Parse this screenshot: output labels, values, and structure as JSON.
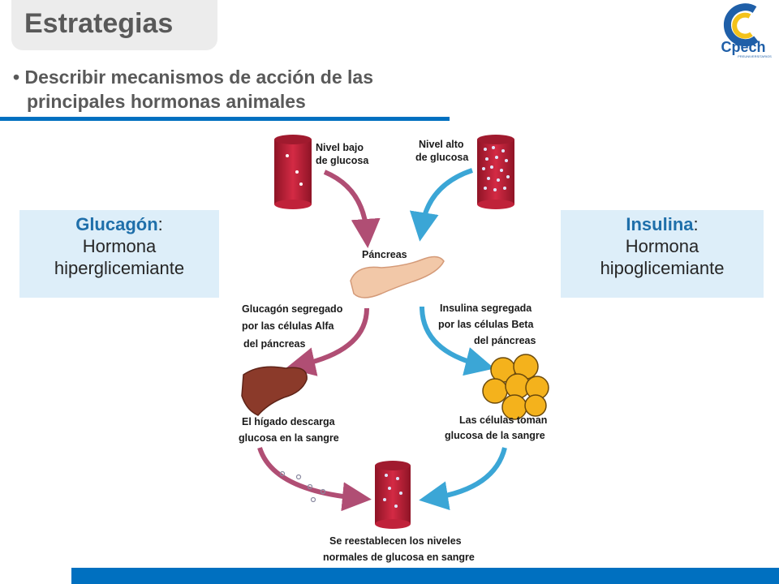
{
  "header": {
    "title": "Estrategias"
  },
  "logo": {
    "text": "Cpech",
    "subtext": "PREUNIVERSITARIOS"
  },
  "objective": {
    "line1": "Describir mecanismos de acción de las",
    "line2": "principales hormonas animales"
  },
  "left_box": {
    "name": "Glucagón",
    "line2": "Hormona",
    "line3": "hiperglicemiante"
  },
  "right_box": {
    "name": "Insulina",
    "line2": "Hormona",
    "line3": "hipoglicemiante"
  },
  "diagram": {
    "low_glucose": [
      "Nivel bajo",
      "de glucosa"
    ],
    "high_glucose": [
      "Nivel alto",
      "de glucosa"
    ],
    "pancreas": "Páncreas",
    "glucagon_secreted": [
      "Glucagón segregado",
      "por las células Alfa",
      "del páncreas"
    ],
    "insulin_secreted": [
      "Insulina segregada",
      "por las células Beta",
      "del páncreas"
    ],
    "liver": [
      "El hígado descarga",
      "glucosa en la sangre"
    ],
    "cells": [
      "Las células toman",
      "glucosa de la sangre"
    ],
    "normal": [
      "Se reestablecen los niveles",
      "normales de glucosa en sangre"
    ]
  },
  "colors": {
    "accent": "#0070c0",
    "box_bg": "#ddeef9",
    "glucagon_arrow": "#b04e74",
    "insulin_arrow": "#3ba6d6",
    "blood": "#c0223a"
  }
}
